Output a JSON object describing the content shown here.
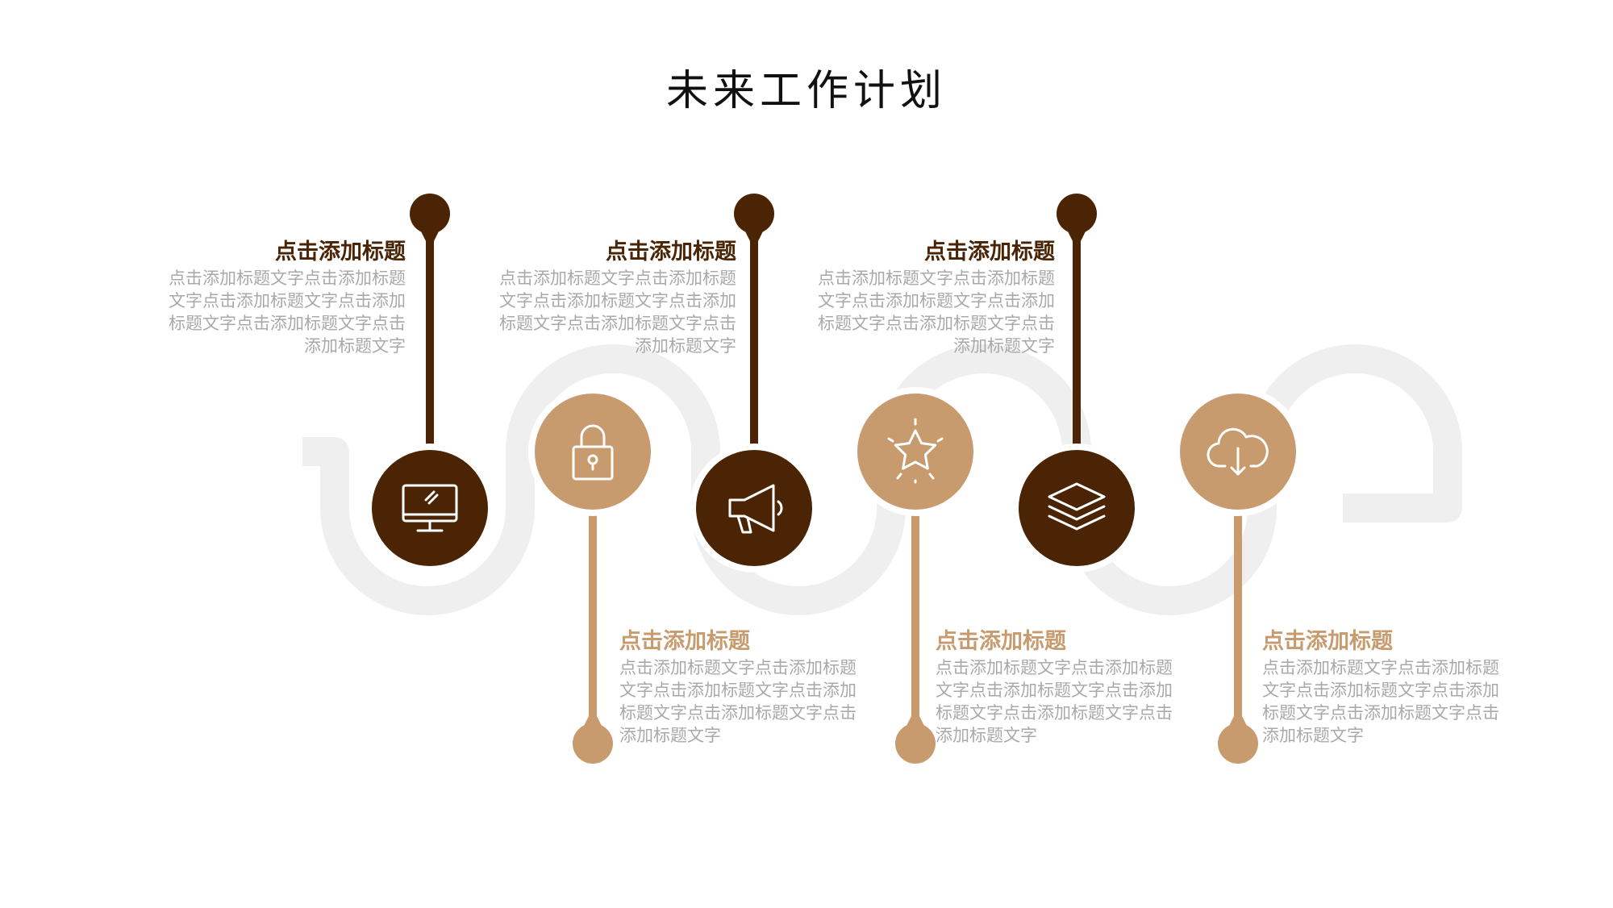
{
  "title": "未来工作计划",
  "colors": {
    "dark": "#4a2405",
    "light": "#c79b6e",
    "track": "#efefef",
    "body_text": "#a9a9a9"
  },
  "items": [
    {
      "icon": "monitor-icon",
      "tone": "dark",
      "title": "点击添加标题",
      "body": [
        "点击添加标题文字点击添加标题",
        "文字点击添加标题文字点击添加",
        "标题文字点击添加标题文字点击",
        "添加标题文字"
      ]
    },
    {
      "icon": "lock-icon",
      "tone": "light",
      "title": "点击添加标题",
      "body": [
        "点击添加标题文字点击添加标题",
        "文字点击添加标题文字点击添加",
        "标题文字点击添加标题文字点击",
        "添加标题文字"
      ]
    },
    {
      "icon": "megaphone-icon",
      "tone": "dark",
      "title": "点击添加标题",
      "body": [
        "点击添加标题文字点击添加标题",
        "文字点击添加标题文字点击添加",
        "标题文字点击添加标题文字点击",
        "添加标题文字"
      ]
    },
    {
      "icon": "star-icon",
      "tone": "light",
      "title": "点击添加标题",
      "body": [
        "点击添加标题文字点击添加标题",
        "文字点击添加标题文字点击添加",
        "标题文字点击添加标题文字点击",
        "添加标题文字"
      ]
    },
    {
      "icon": "layers-icon",
      "tone": "dark",
      "title": "点击添加标题",
      "body": [
        "点击添加标题文字点击添加标题",
        "文字点击添加标题文字点击添加",
        "标题文字点击添加标题文字点击",
        "添加标题文字"
      ]
    },
    {
      "icon": "cloud-download-icon",
      "tone": "light",
      "title": "点击添加标题",
      "body": [
        "点击添加标题文字点击添加标题",
        "文字点击添加标题文字点击添加",
        "标题文字点击添加标题文字点击",
        "添加标题文字"
      ]
    }
  ]
}
